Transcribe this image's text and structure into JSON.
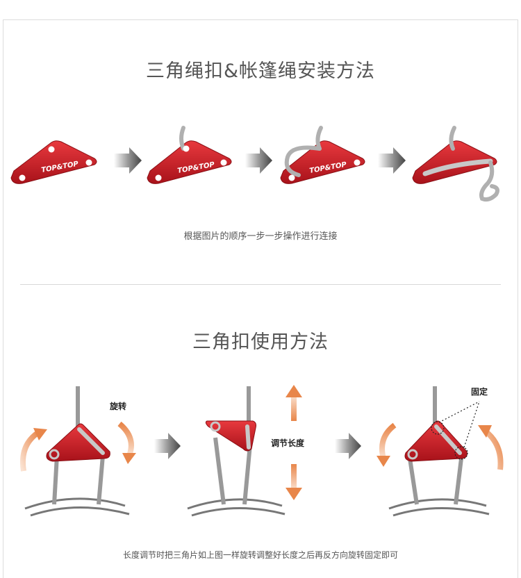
{
  "section1": {
    "title": "三角绳扣&帐篷绳安装方法",
    "caption": "根据图片的顺序一步一步操作进行连接",
    "brand": "TOP&TOP"
  },
  "section2": {
    "title": "三角扣使用方法",
    "label_rotate": "旋转",
    "label_adjust": "调节长度",
    "label_fix": "固定",
    "caption": "长度调节时把三角片如上图一样旋转调整好长度之后再反方向旋转固定即可"
  },
  "colors": {
    "red": "#c4161c",
    "arrow_gray": "#555555",
    "orange": "#e8864a",
    "text": "#555555"
  }
}
